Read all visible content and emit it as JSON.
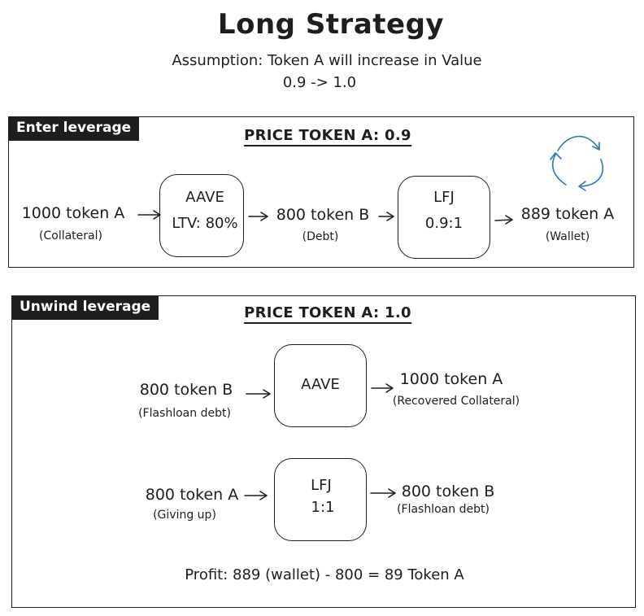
{
  "header": {
    "title": "Long Strategy",
    "assumption": "Assumption: Token A will increase in Value",
    "price_change": "0.9 -> 1.0"
  },
  "enter_panel": {
    "tag": "Enter leverage",
    "price_title": "PRICE TOKEN A: 0.9",
    "collateral_amount": "1000 token A",
    "collateral_note": "(Collateral)",
    "aave_label": "AAVE",
    "aave_ltv": "LTV: 80%",
    "debt_amount": "800 token B",
    "debt_note": "(Debt)",
    "lfj_label": "LFJ",
    "lfj_rate": "0.9:1",
    "wallet_amount": "889 token A",
    "wallet_note": "(Wallet)",
    "loop_icon": "cycle-arrows-icon",
    "loop_color": "#2f74c0"
  },
  "unwind_panel": {
    "tag": "Unwind leverage",
    "price_title": "PRICE TOKEN A: 1.0",
    "flash_in_amount": "800 token B",
    "flash_in_note": "(Flashloan debt)",
    "aave_label": "AAVE",
    "recovered_amount": "1000 token A",
    "recovered_note": "(Recovered Collateral)",
    "give_amount": "800 token A",
    "give_note": "(Giving up)",
    "lfj_label": "LFJ",
    "lfj_rate": "1:1",
    "flash_out_amount": "800 token B",
    "flash_out_note": "(Flashloan debt)",
    "profit": "Profit: 889 (wallet) - 800 = 89 Token A"
  }
}
